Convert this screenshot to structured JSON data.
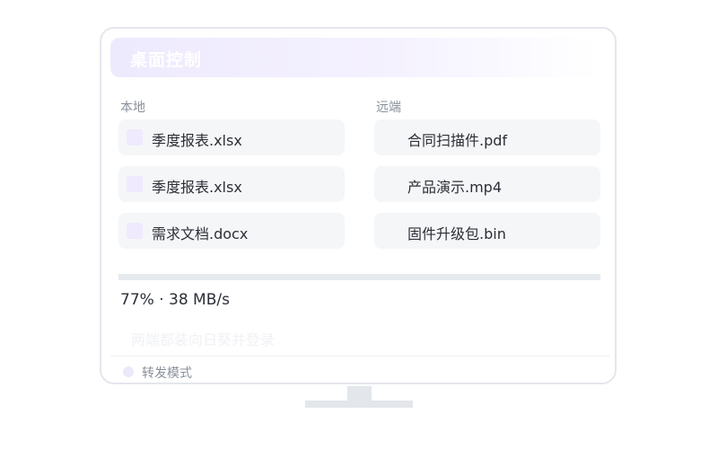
{
  "window": {
    "title": "桌面控制"
  },
  "local": {
    "label": "本地",
    "files": [
      {
        "name": "季度报表.xlsx"
      },
      {
        "name": "季度报表.xlsx"
      },
      {
        "name": "需求文档.docx"
      }
    ]
  },
  "remote": {
    "label": "远端",
    "files": [
      {
        "name": "合同扫描件.pdf"
      },
      {
        "name": "产品演示.mp4"
      },
      {
        "name": "固件升级包.bin"
      }
    ]
  },
  "transfer": {
    "progress_percent": 77,
    "status_text": "77% · 38 MB/s"
  },
  "hint": "两端都装向日葵并登录",
  "mode": {
    "label": "转发模式"
  },
  "colors": {
    "accent_light": "#efeafd",
    "text_primary": "#2b2f36",
    "text_secondary": "#8a909b",
    "card_bg": "#f5f6f8",
    "border": "#e4e7ec"
  },
  "icons": {
    "file": "file-icon",
    "mode": "radio-dot-icon"
  }
}
